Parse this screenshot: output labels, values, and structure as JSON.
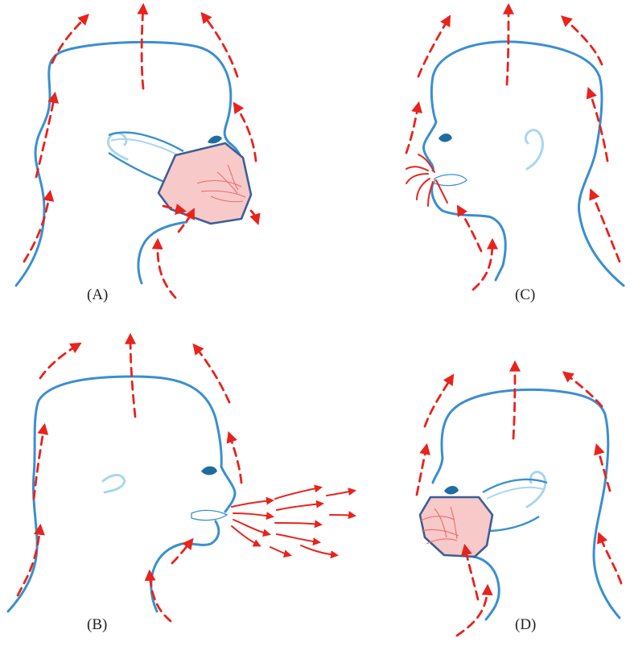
{
  "panels": [
    {
      "id": "A",
      "label": "(A)"
    },
    {
      "id": "B",
      "label": "(B)"
    },
    {
      "id": "C",
      "label": "(C)"
    },
    {
      "id": "D",
      "label": "(D)"
    }
  ],
  "colors": {
    "outline": "#3a8fd0",
    "flow_arrow": "#e8231c",
    "mask_fill": "#f7c9c9",
    "mask_edge": "#3c5f96",
    "eye": "#1f6d9e",
    "ear": "#a9d6ef"
  }
}
